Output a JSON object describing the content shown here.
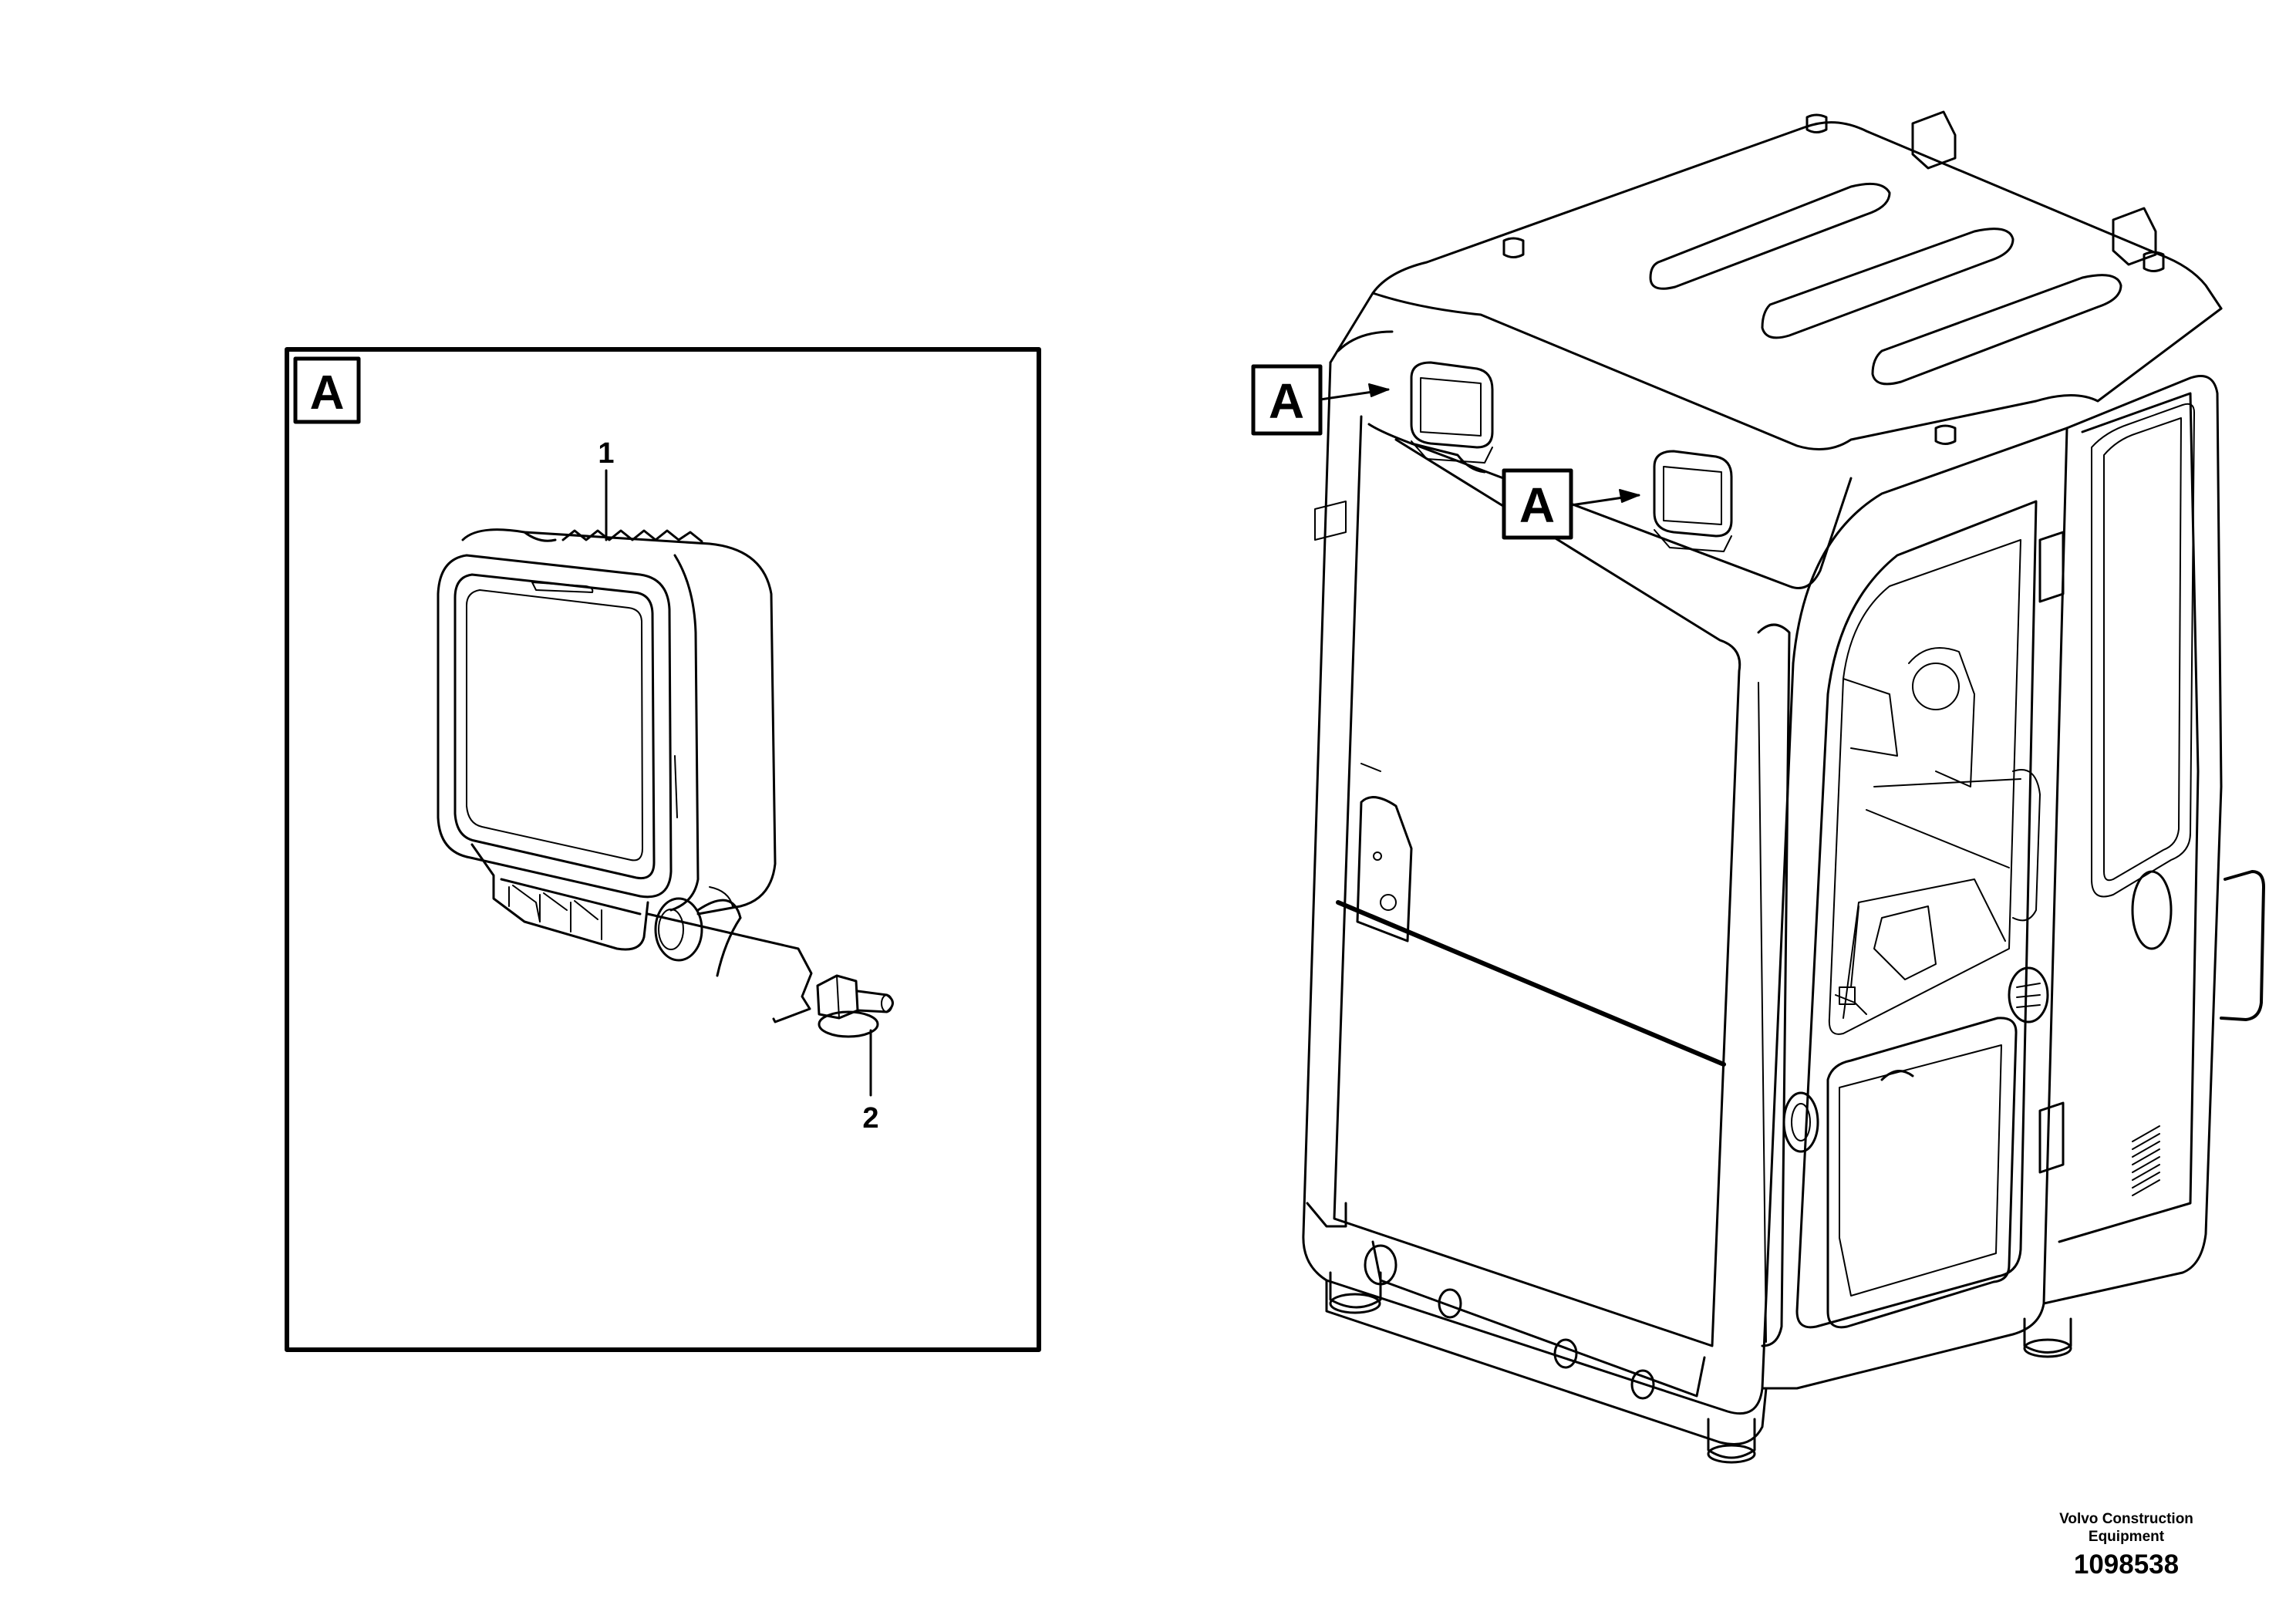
{
  "detail": {
    "tag": "A",
    "callouts": [
      {
        "label": "1"
      },
      {
        "label": "2"
      }
    ]
  },
  "overview": {
    "view_tags": [
      "A",
      "A"
    ]
  },
  "footer": {
    "company_line1": "Volvo Construction",
    "company_line2": "Equipment",
    "drawing_number": "1098538"
  }
}
